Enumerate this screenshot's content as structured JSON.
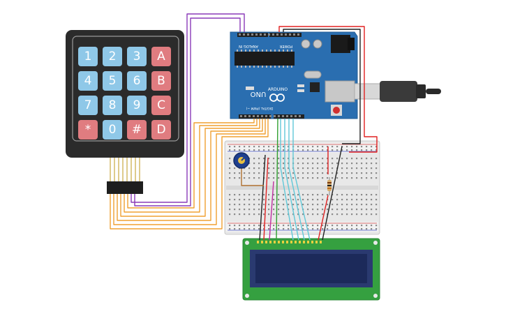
{
  "keypad": {
    "keys": [
      {
        "label": "1",
        "kind": "digit"
      },
      {
        "label": "2",
        "kind": "digit"
      },
      {
        "label": "3",
        "kind": "digit"
      },
      {
        "label": "A",
        "kind": "letter"
      },
      {
        "label": "4",
        "kind": "digit"
      },
      {
        "label": "5",
        "kind": "digit"
      },
      {
        "label": "6",
        "kind": "digit"
      },
      {
        "label": "B",
        "kind": "letter"
      },
      {
        "label": "7",
        "kind": "digit"
      },
      {
        "label": "8",
        "kind": "digit"
      },
      {
        "label": "9",
        "kind": "digit"
      },
      {
        "label": "C",
        "kind": "letter"
      },
      {
        "label": "*",
        "kind": "letter"
      },
      {
        "label": "0",
        "kind": "digit"
      },
      {
        "label": "#",
        "kind": "letter"
      },
      {
        "label": "D",
        "kind": "letter"
      }
    ]
  },
  "arduino": {
    "model": "UNO",
    "brand": "ARDUINO",
    "analog_label": "ANALOG IN",
    "power_label": "POWER",
    "digital_label": "DIGITAL (PWM ~)"
  },
  "colors": {
    "keypad_body": "#2b2b2b",
    "key_digit": "#8fc8e8",
    "key_letter": "#e07c80",
    "arduino_board": "#2a6eb0",
    "breadboard": "#e6e6e6",
    "lcd_board": "#35a040",
    "lcd_screen": "#1c2a5a",
    "wire_orange": "#f0a030",
    "wire_purple": "#8a3ab8",
    "wire_red": "#e02020",
    "wire_black": "#202020",
    "wire_green": "#30a030",
    "wire_cyan": "#60c8d8",
    "wire_magenta": "#c030a0",
    "pot_knob": "#1e3f8f"
  }
}
